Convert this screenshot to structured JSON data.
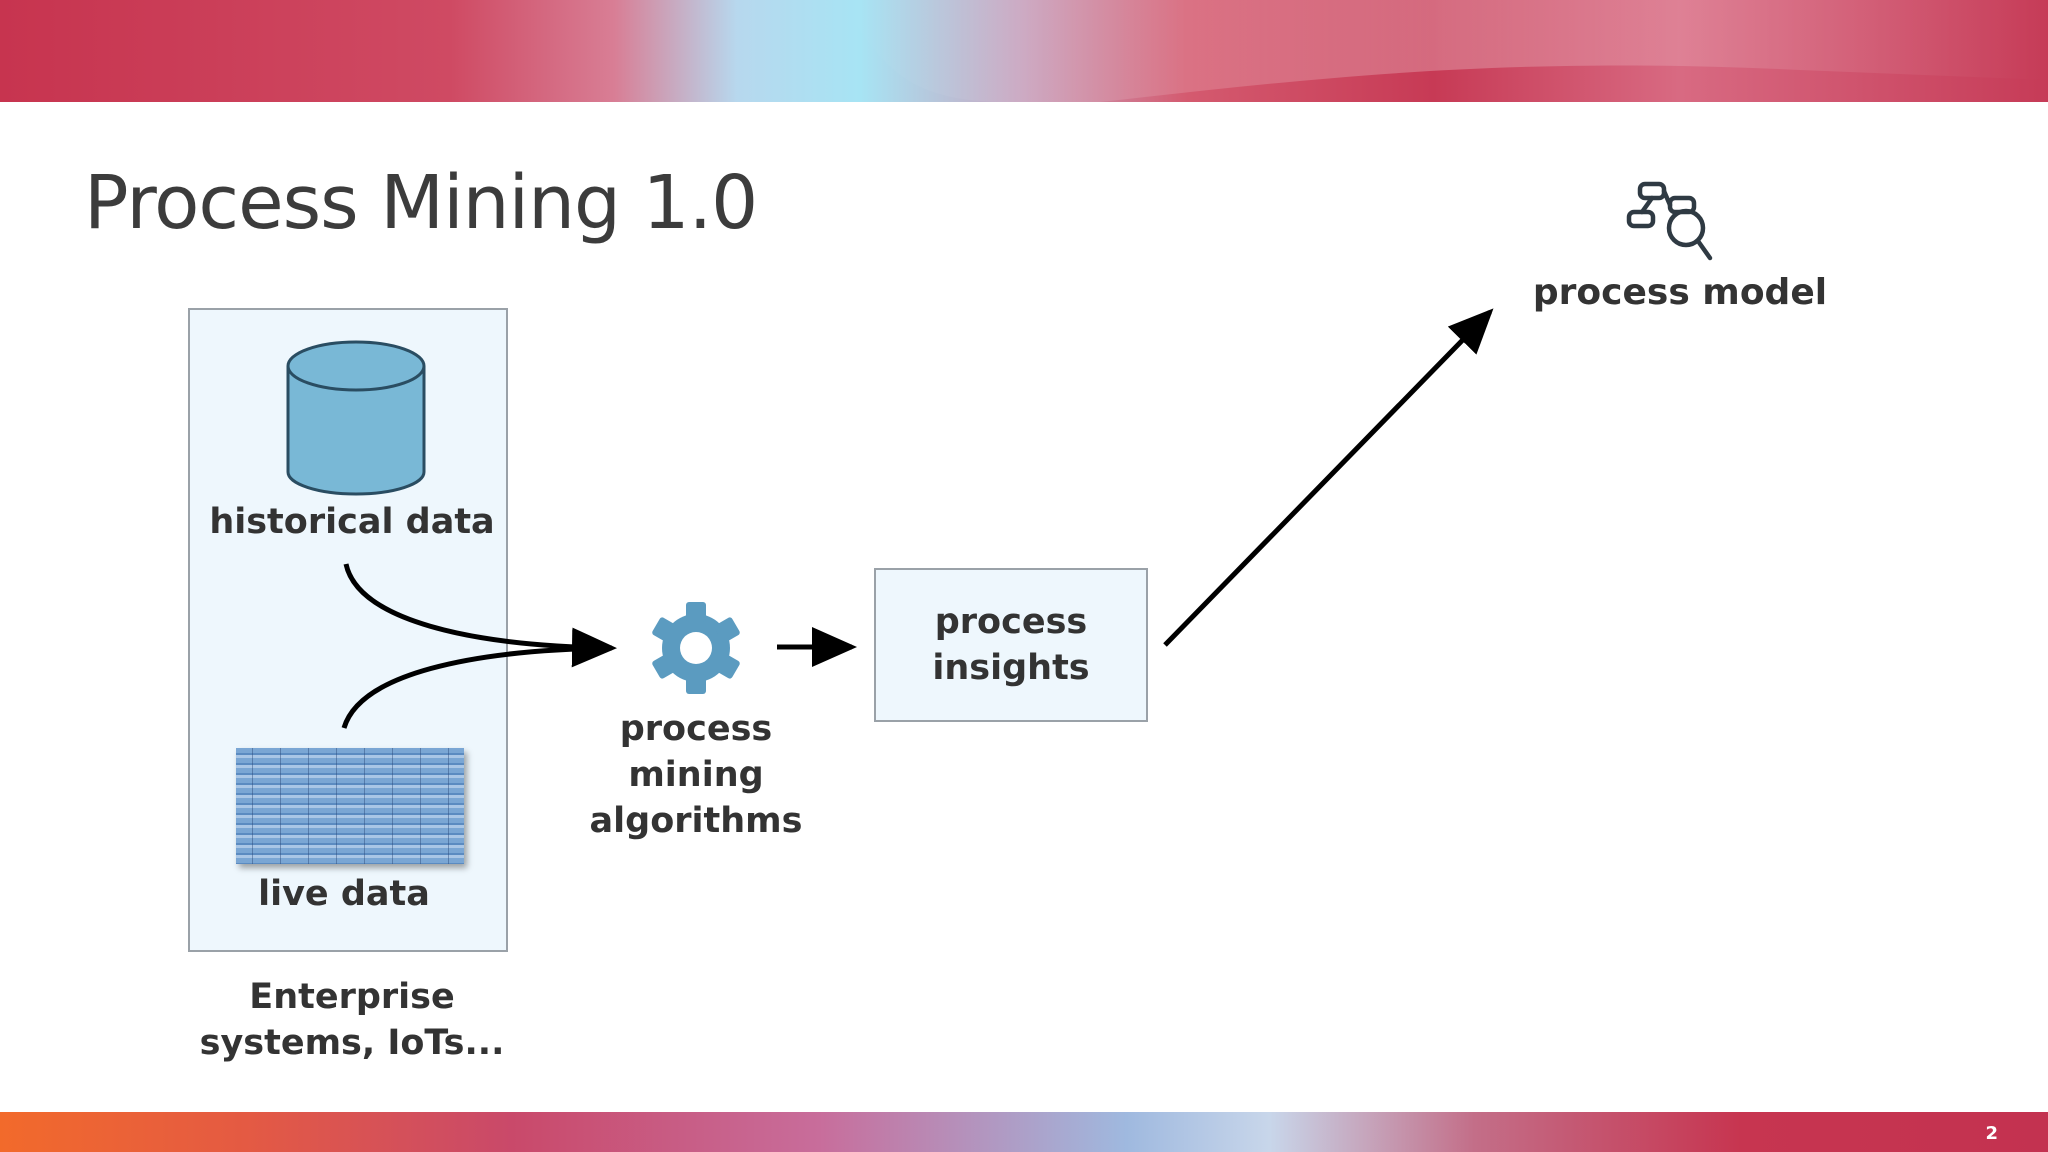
{
  "slide": {
    "title": "Process Mining 1.0",
    "page_number": "2"
  },
  "colors": {
    "box_fill": "#eef7fd",
    "box_border": "#9aa1a8",
    "database": "#79b8d6",
    "gear": "#5b9bc0",
    "text": "#333333",
    "arrows": "#000000"
  },
  "sources": {
    "historical_label": "historical data",
    "historical_icon": "database-icon",
    "live_label": "live data",
    "live_icon": "data-table-icon",
    "caption": "Enterprise systems, IoTs..."
  },
  "algorithms": {
    "label": "process mining algorithms",
    "icon": "gear-icon"
  },
  "insights": {
    "label": "process insights"
  },
  "model": {
    "label": "process model",
    "icon": "process-model-search-icon"
  }
}
